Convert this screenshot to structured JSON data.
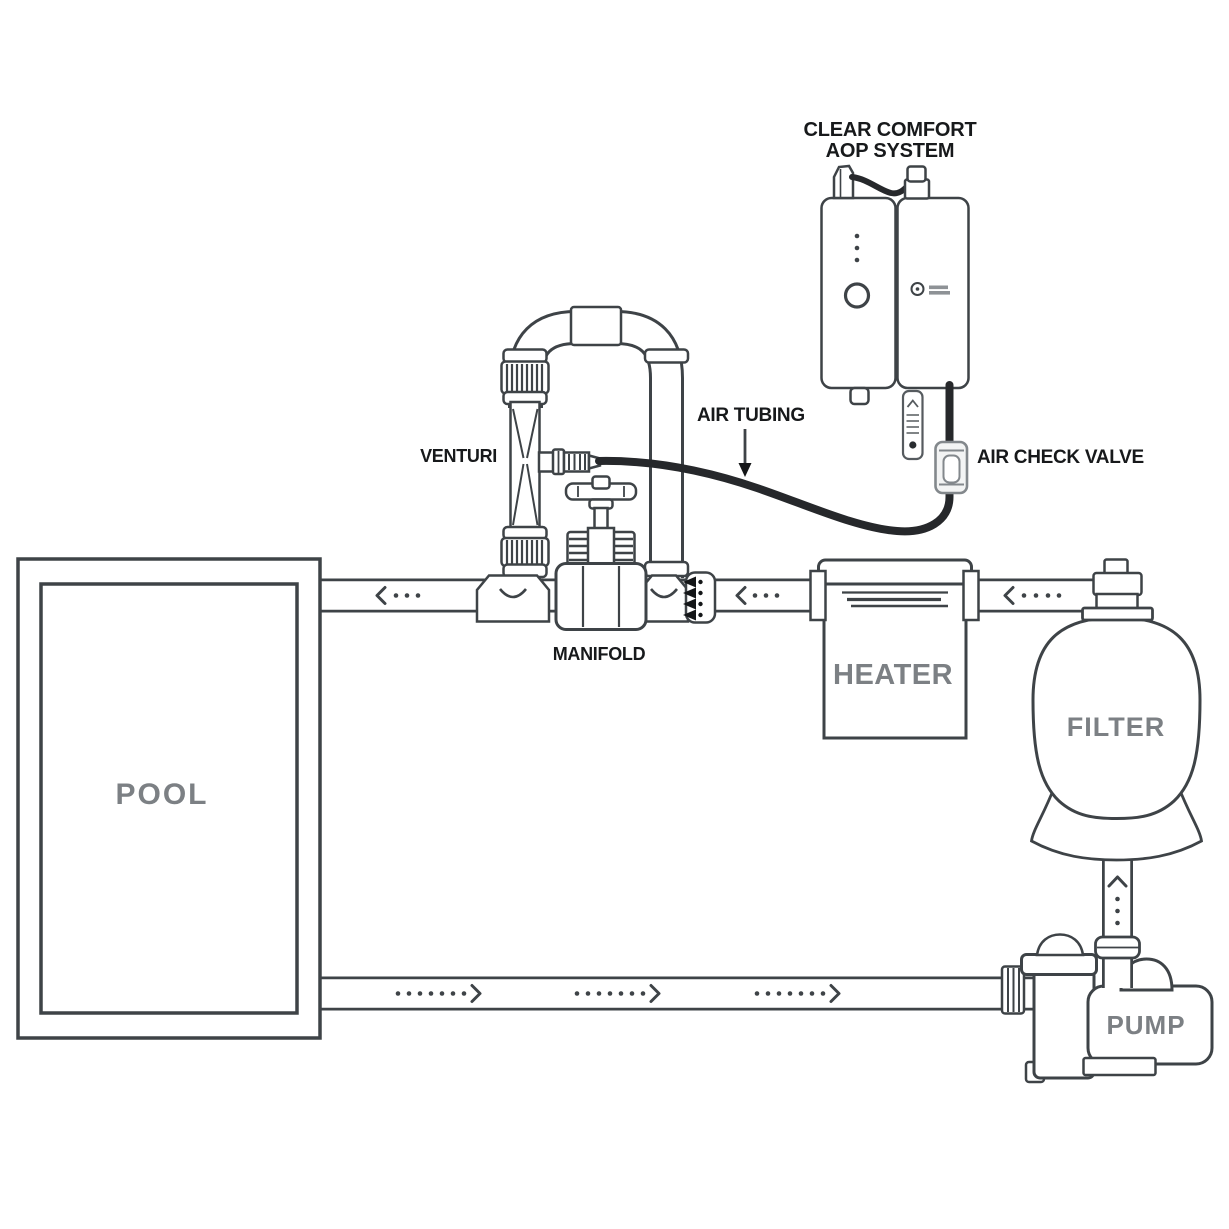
{
  "aop_title": {
    "line1": "CLEAR COMFORT",
    "line2": "AOP SYSTEM"
  },
  "callouts": {
    "air_tubing": "AIR TUBING",
    "venturi": "VENTURI",
    "air_check_valve": "AIR CHECK VALVE",
    "manifold": "MANIFOLD"
  },
  "equipment": {
    "pool": "POOL",
    "heater": "HEATER",
    "filter": "FILTER",
    "pump": "PUMP"
  },
  "icons": {
    "flow_left_icon": "left-pointing chevron with trailing dots",
    "flow_right_icon": "dotted line with right-pointing chevron",
    "flow_up_icon": "up chevron with trailing dots",
    "pointer_arrow_icon": "downward arrow"
  },
  "colors": {
    "line": "#3e4347",
    "tube": "#26282b",
    "label": "#17191b",
    "equipment_label": "#7c8084",
    "valve_outline": "#83888c",
    "background": "#ffffff"
  }
}
